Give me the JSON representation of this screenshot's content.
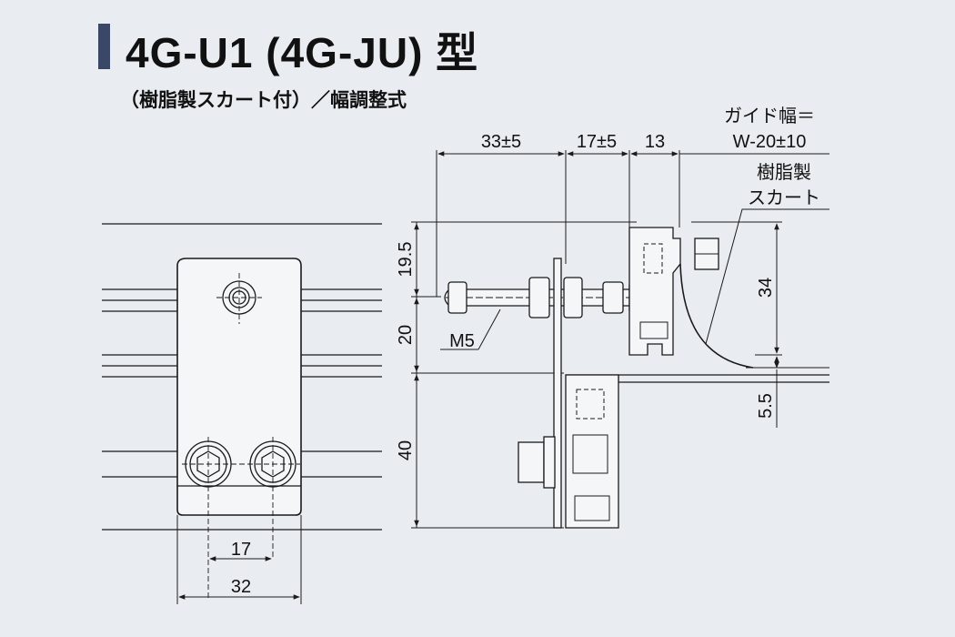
{
  "header": {
    "title": "4G-U1 (4G-JU) 型",
    "subtitle": "（樹脂製スカート付）／幅調整式"
  },
  "dimensions": {
    "top_33": "33±5",
    "top_17": "17±5",
    "top_13": "13",
    "guide_line1": "ガイド幅＝",
    "guide_line2": "W-20±10",
    "skirt_line1": "樹脂製",
    "skirt_line2": "スカート",
    "left_195": "19.5",
    "left_20": "20",
    "left_40": "40",
    "right_34": "34",
    "right_55": "5.5",
    "bolt_m5": "M5",
    "bottom_17": "17",
    "bottom_32": "32"
  },
  "colors": {
    "background": "#e9edf1",
    "title_bar": "#3a4766",
    "line": "#1a1a1a",
    "part_fill": "#f4f6f8"
  }
}
